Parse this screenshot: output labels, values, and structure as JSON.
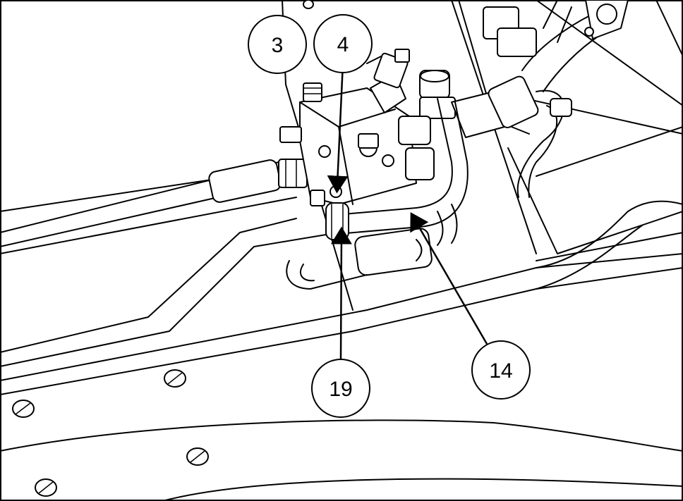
{
  "callouts": [
    {
      "id": "3",
      "label": "3"
    },
    {
      "id": "4",
      "label": "4"
    },
    {
      "id": "19",
      "label": "19"
    },
    {
      "id": "14",
      "label": "14"
    }
  ]
}
